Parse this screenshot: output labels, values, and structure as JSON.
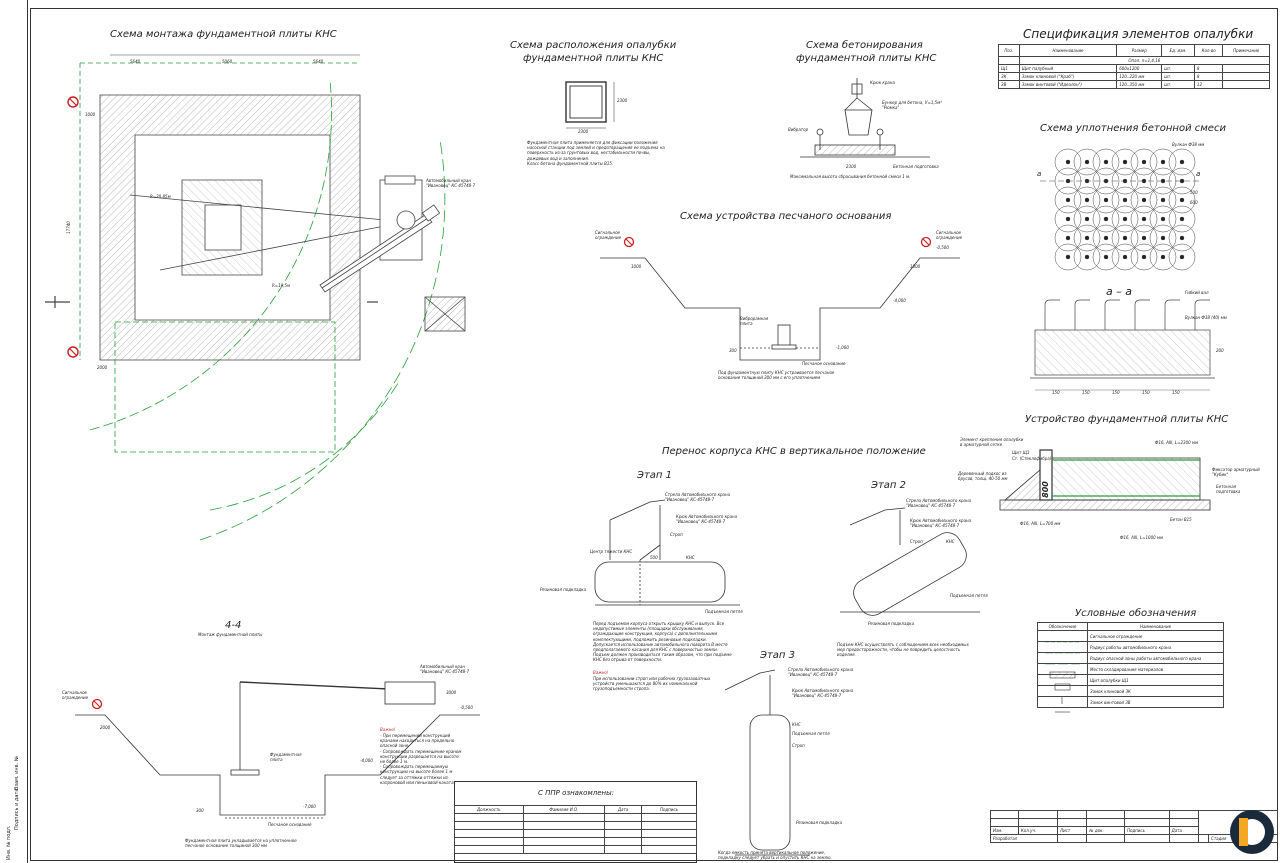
{
  "side_stamp": {
    "inv_no": "Инв. № подл.",
    "sign_date": "Подпись и дата",
    "replace_inv": "Взам. инв. №"
  },
  "titles": {
    "mounting": "Схема монтажа фундаментной плиты КНС",
    "formwork_layout_1": "Схема расположения опалубки",
    "formwork_layout_2": "фундаментной плиты КНС",
    "concreting_1": "Схема бетонирования",
    "concreting_2": "фундаментной плиты КНС",
    "spec": "Спецификация элементов опалубки",
    "compaction": "Схема уплотнения бетонной смеси",
    "sand_base": "Схема устройства песчаного основания",
    "section_aa": "а – а",
    "foundation_device": "Устройство фундаментной плиты КНС",
    "transfer": "Перенос корпуса КНС в вертикальное положение",
    "stage1": "Этап 1",
    "stage2": "Этап 2",
    "stage3": "Этап 3",
    "section44": "4-4",
    "section44_sub": "Монтаж фундаментной плиты",
    "legend": "Условные обозначения",
    "acquainted": "С ППР ознакомлены:"
  },
  "mounting_labels": {
    "crane": "Автомобильный кран\n\"Ивановец\" КС-45748-7",
    "radius1": "R=20,85м",
    "radius2": "R=19,5м",
    "dims": [
      "5640",
      "5060",
      "5640",
      "17740",
      "1000",
      "2000"
    ]
  },
  "formwork_note": "Фундаментная плита применяется для фиксации положения насосной станции под землей и предотвращения ее подъема на поверхность из-за грунтовых вод, нестабильности почвы, дождевых вод и заполнения.\nКласс бетона фундаментной плиты В15.",
  "formwork_dims": [
    "2300",
    "2300"
  ],
  "concreting_labels": {
    "crane_hook": "Крюк крана",
    "vibrator": "Вибратор",
    "bunker": "Бункер для бетона, V=1,5м³\n\"Рюмка\"",
    "prep": "Бетонная подготовка",
    "dim": "2300",
    "note": "Максимальная высота сбрасывания бетонной смеси 1 м."
  },
  "spec_table": {
    "headers": [
      "Поз.",
      "Наименование",
      "Размер",
      "Ед. изм.",
      "Кол-во",
      "Примечание"
    ],
    "group": "Опал. n=1,4,16",
    "rows": [
      [
        "Щ1",
        "Щит палубный",
        "600х1200",
        "шт.",
        "8",
        ""
      ],
      [
        "ЗК",
        "Замок клиновой (\"Краб\")",
        "120..220 мм",
        "шт.",
        "8",
        ""
      ],
      [
        "ЗВ",
        "Замок винтовой (\"Идеалон\")",
        "120..350 мм",
        "шт.",
        "12",
        ""
      ]
    ]
  },
  "compaction_labels": {
    "mark_a": "а",
    "vibrator": "Вулкан Ф38 мм",
    "dims": [
      "500",
      "600"
    ]
  },
  "section_aa_labels": {
    "board": "Гибкий вал",
    "vibrator": "Вулкан Ф38 (40) мм",
    "dims": [
      "150",
      "150",
      "150",
      "150",
      "150",
      "200"
    ]
  },
  "sand_labels": {
    "fence_l": "Сигнальное\nограждение",
    "fence_r": "Сигнальное\nограждение",
    "mark1": "-0,500",
    "mark2": "-4,000",
    "mark3": "-1,000",
    "plate": "Виброрамная\nплита",
    "base": "Песчаное основание",
    "dims": [
      "1000",
      "1000",
      "300"
    ],
    "note": "Под фундаментную плиту КНС устраивается песчаное основание толщиной 300 мм с его уплотнением"
  },
  "foundation_labels": {
    "l1": "Элемент крепления опалубки\nв арматурной сетке",
    "l2": "Щит Щ1",
    "l3": "Ст. (Стеклофибра)",
    "l4": "Деревянный подкос из\nбрусов, толщ. 40-50 мм",
    "l5": "Ф16, АIII, L=2300 мм",
    "l6": "Фиксатор арматурный\n\"Кубик\"",
    "l7": "Бетонная\nподготовка",
    "l8": "Ф16, АIII, L=700 мм",
    "l9": "Ф16, АIII, L=1000 мм",
    "l10": "Бетон В15",
    "height": "800"
  },
  "legend": {
    "headers": [
      "Обозначение",
      "Наименование"
    ],
    "items": [
      "Сигнальное ограждение",
      "Радиус работы автомобильного крана",
      "Радиус опасной зоны работы автомобильного крана",
      "Место складирования материалов",
      "Щит опалубки Щ1",
      "Замок клиновой ЗК",
      "Замок винтовой ЗВ"
    ]
  },
  "stage1_labels": {
    "boom": "Стрела Автомобильного крана\n\"Ивановец\" КС-45748-7",
    "crane": "Крюк Автомобильного крана\n\"Ивановец\" КС-45748-7",
    "sling": "Строп",
    "center": "Центр тяжести КНС",
    "kns": "КНС",
    "pad": "Резиновая подкладка",
    "pipe": "Подъемная петля",
    "dim": "500",
    "note": "Перед подъемом корпуса открыть крышку КНС и выпуск. Все недопустимые элементы (площадки обслуживания, ограждающие конструкции, корпуса) с дополнительными комплектующими, подложить резиновые подкладки. Допускается использование автомобильного поворота В месте предполагаемого касания для КНС с поверхностью земли. Подъем должен производиться таким образом, что при подъеме КНС без отрыва от поверхности.",
    "important_title": "Важно!",
    "important": "При использовании строп или рабочих грузозахватных устройств уменьшаются до 80% их номинальной грузоподъемности стропа."
  },
  "stage2_labels": {
    "boom": "Стрела Автомобильного крана\n\"Ивановец\" КС-45748-7",
    "crane": "Крюк Автомобильного крана\n\"Ивановец\" КС-45748-7",
    "sling": "Строп",
    "kns": "КНС",
    "pipe": "Подъемная петля",
    "pad": "Резиновая подкладка",
    "note": "Подъем КНС осуществлять с соблюдением всех необходимых мер предосторожности, чтобы не повредить целостность изделия."
  },
  "stage3_labels": {
    "boom": "Стрела Автомобильного крана\n\"Ивановец\" КС-45748-7",
    "crane": "Крюк Автомобильного крана\n\"Ивановец\" КС-45748-7",
    "kns": "КНС",
    "pipe": "Подъемная петля",
    "sling": "Строп",
    "pad": "Резиновая подкладка",
    "note": "Когда емкость принята вертикальное положение, подкладку следует убрать и опустить КНС на землю."
  },
  "section44_labels": {
    "fence": "Сигнальное\nограждение",
    "crane": "Автомобильный кран\n\"Ивановец\" КС-45748-7",
    "plate": "Фундаментная\nплита",
    "base": "Песчаное основание",
    "mark1": "-0,500",
    "mark2": "-4,000",
    "mark3": "-7,000",
    "dims": [
      "2000",
      "300",
      "3000"
    ],
    "note": "Фундаментная плита укладывается на уплотненное песчаное основание толщиной 300 мм",
    "important_title": "Важно!",
    "important": "- При перемещении конструкций кранами находиться на предельно опасной зоне.\n- Сопровождать перемещение краном конструкции разрешается на высоте не более 1 м.\n- Сопровождать перемещаемую конструкцию на высоте более 1 м следует за оттяжки оттяжки из капроновой или пеньковой каната."
  },
  "acq_table": {
    "headers": [
      "Должность",
      "Фамилия И.О.",
      "Дата",
      "Подпись"
    ]
  },
  "stamp": {
    "cols": [
      "Изм.",
      "Кол.уч.",
      "Лист",
      "№ док.",
      "Подпись",
      "Дата"
    ],
    "developer": "Разработал",
    "stage": "Стадия",
    "sheet": "Лист"
  },
  "colors": {
    "line": "#333333",
    "green": "#2a9d3a",
    "red": "#cc1f1f",
    "hatch": "#888888",
    "logo_orange": "#f5a623",
    "logo_dark": "#1b2a3a"
  }
}
